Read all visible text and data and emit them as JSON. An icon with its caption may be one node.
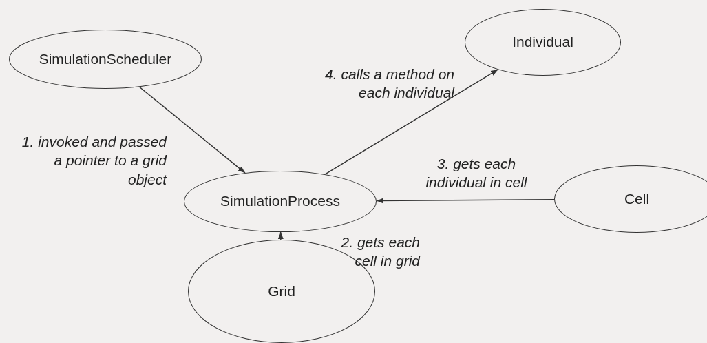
{
  "diagram": {
    "nodes": [
      {
        "text": [
          "SimulationScheduler"
        ]
      },
      {
        "text": [
          "Individual"
        ]
      },
      {
        "text": [
          "SimulationProcess"
        ]
      },
      {
        "text": [
          "Cell"
        ]
      },
      {
        "text": [
          "Grid"
        ]
      }
    ],
    "edges": [
      {
        "from": 0,
        "to": 2,
        "arrow": "to",
        "label": "1. invoked and passed a pointer to a grid object"
      },
      {
        "from": 4,
        "to": 2,
        "arrow": "to",
        "label": "2. gets each cell in grid"
      },
      {
        "from": 3,
        "to": 2,
        "arrow": "to",
        "label": "3. gets each individual in cell"
      },
      {
        "from": 2,
        "to": 1,
        "arrow": "to",
        "label": "4. calls a method on each individual"
      }
    ]
  }
}
